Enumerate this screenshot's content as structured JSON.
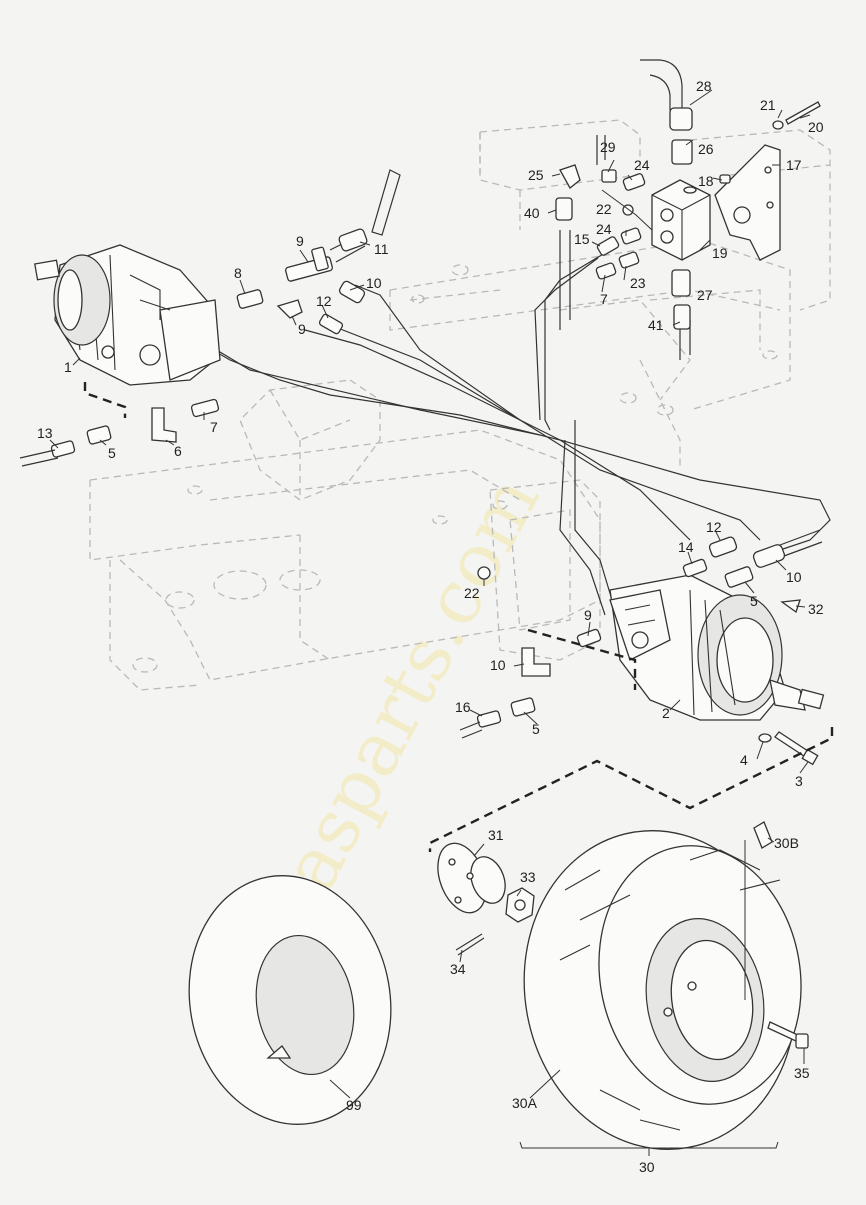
{
  "watermark": "sitigasparts.com",
  "labels": {
    "l1": "1",
    "l2": "2",
    "l3": "3",
    "l4": "4",
    "l5a": "5",
    "l5b": "5",
    "l5c": "5",
    "l6": "6",
    "l7a": "7",
    "l7b": "7",
    "l8": "8",
    "l9a": "9",
    "l9b": "9",
    "l9c": "9",
    "l10a": "10",
    "l10b": "10",
    "l10c": "10",
    "l11": "11",
    "l12a": "12",
    "l12b": "12",
    "l13": "13",
    "l14": "14",
    "l15": "15",
    "l16": "16",
    "l17": "17",
    "l18": "18",
    "l19": "19",
    "l20": "20",
    "l21": "21",
    "l22a": "22",
    "l22b": "22",
    "l23": "23",
    "l24a": "24",
    "l24b": "24",
    "l25": "25",
    "l26": "26",
    "l27": "27",
    "l28": "28",
    "l29": "29",
    "l30": "30",
    "l30A": "30A",
    "l30B": "30B",
    "l31": "31",
    "l32": "32",
    "l33": "33",
    "l34": "34",
    "l35": "35",
    "l40": "40",
    "l41": "41",
    "l99": "99"
  }
}
